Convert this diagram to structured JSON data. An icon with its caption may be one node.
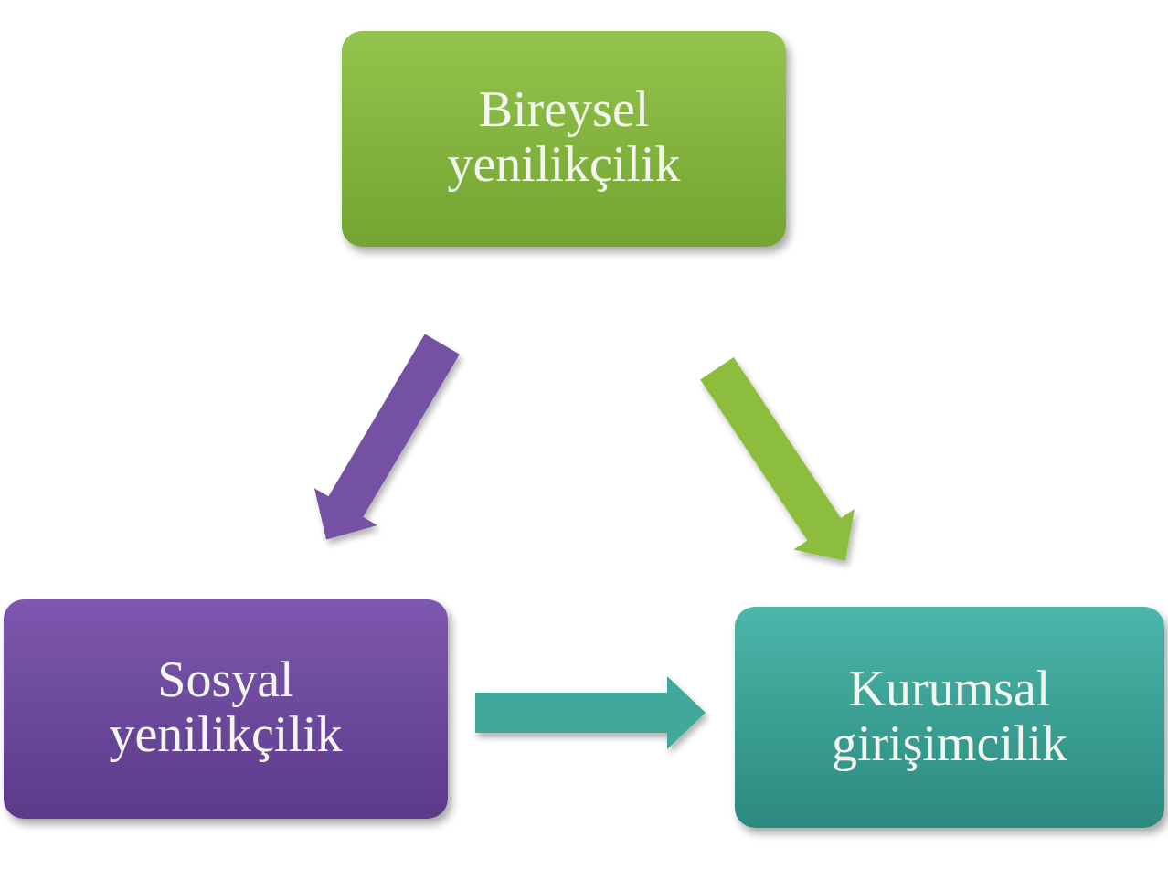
{
  "diagram": {
    "nodes": [
      {
        "text": [
          "Bireysel yenilikçilik"
        ]
      },
      {
        "text": [
          "Sosyal yenilikçilik"
        ]
      },
      {
        "text": [
          "Kurumsal girişimcilik"
        ]
      }
    ],
    "edges": [
      {
        "from": 0,
        "to": 1,
        "arrow": "to",
        "color": "#7451a3"
      },
      {
        "from": 0,
        "to": 2,
        "arrow": "to",
        "color": "#8dbd3e"
      },
      {
        "from": 1,
        "to": 2,
        "arrow": "to",
        "color": "#3fa99c"
      }
    ]
  }
}
